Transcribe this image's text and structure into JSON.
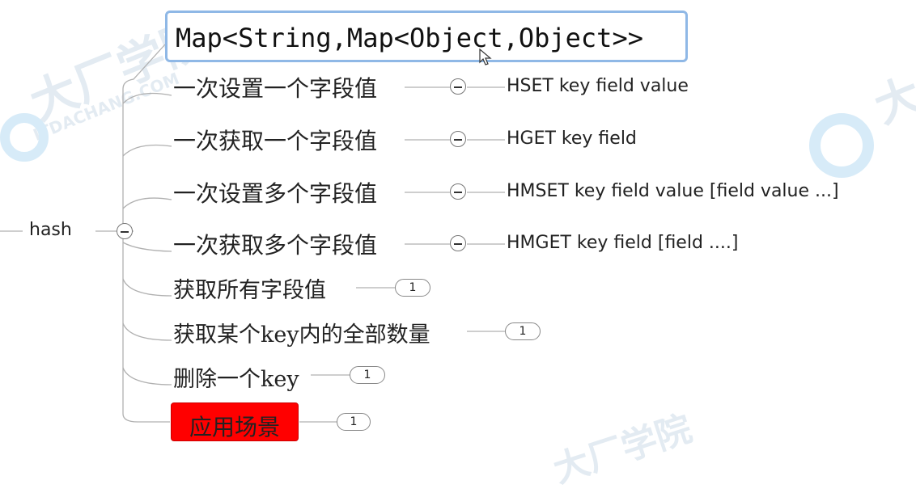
{
  "watermark": {
    "brand_cn": "大厂学院",
    "brand_en": "ITDACHANG.COM",
    "brand_short": "大"
  },
  "mindmap": {
    "root": "hash",
    "selected_node": "Map<String,Map<Object,Object>>",
    "children": [
      {
        "label": "一次设置一个字段值",
        "leaf": "HSET key field value"
      },
      {
        "label": "一次获取一个字段值",
        "leaf": "HGET key field"
      },
      {
        "label": "一次设置多个字段值",
        "leaf": "HMSET key field value [field value ...]"
      },
      {
        "label": "一次获取多个字段值",
        "leaf": "HMGET key field [field ....]"
      },
      {
        "label": "获取所有字段值",
        "count": "1"
      },
      {
        "label": "获取某个key内的全部数量",
        "count": "1"
      },
      {
        "label": "删除一个key",
        "count": "1"
      },
      {
        "label": "应用场景",
        "count": "1",
        "highlight_color": "#ff0000"
      }
    ]
  },
  "colors": {
    "selection_border": "#8fb8e6",
    "highlight": "#ff0000",
    "connector": "#b0b0b0"
  }
}
